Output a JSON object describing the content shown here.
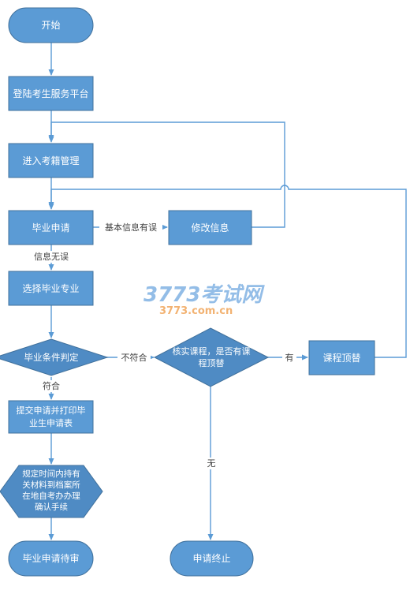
{
  "colors": {
    "node_fill": "#5b9bd5",
    "node_fill_dark": "#4f8bc4",
    "node_stroke": "#41719c",
    "connector": "#5b9bd5",
    "node_text": "#ffffff",
    "label_text": "#404040",
    "watermark_blue": "#6fa8e0",
    "watermark_orange": "#f0a050"
  },
  "nodes": {
    "start": "开始",
    "login": "登陆考生服务平台",
    "enter": "进入考籍管理",
    "apply": "毕业申请",
    "modify": "修改信息",
    "major": "选择毕业专业",
    "judge": "毕业条件判定",
    "verify_1": "核实课程，是否有课",
    "verify_2": "程顶替",
    "replace": "课程顶替",
    "print_1": "提交申请并打印毕",
    "print_2": "业生申请表",
    "submit_1": "规定时间内持有",
    "submit_2": "关材料到档案所",
    "submit_3": "在地自考办办理",
    "submit_4": "确认手续",
    "pending": "毕业申请待审",
    "terminate": "申请终止"
  },
  "labels": {
    "info_error": "基本信息有误",
    "info_ok": "信息无误",
    "not_meet": "不符合",
    "meet": "符合",
    "has": "有",
    "none": "无"
  },
  "watermark": {
    "brand": "3773考试网",
    "domain": "3773.com.cn"
  }
}
